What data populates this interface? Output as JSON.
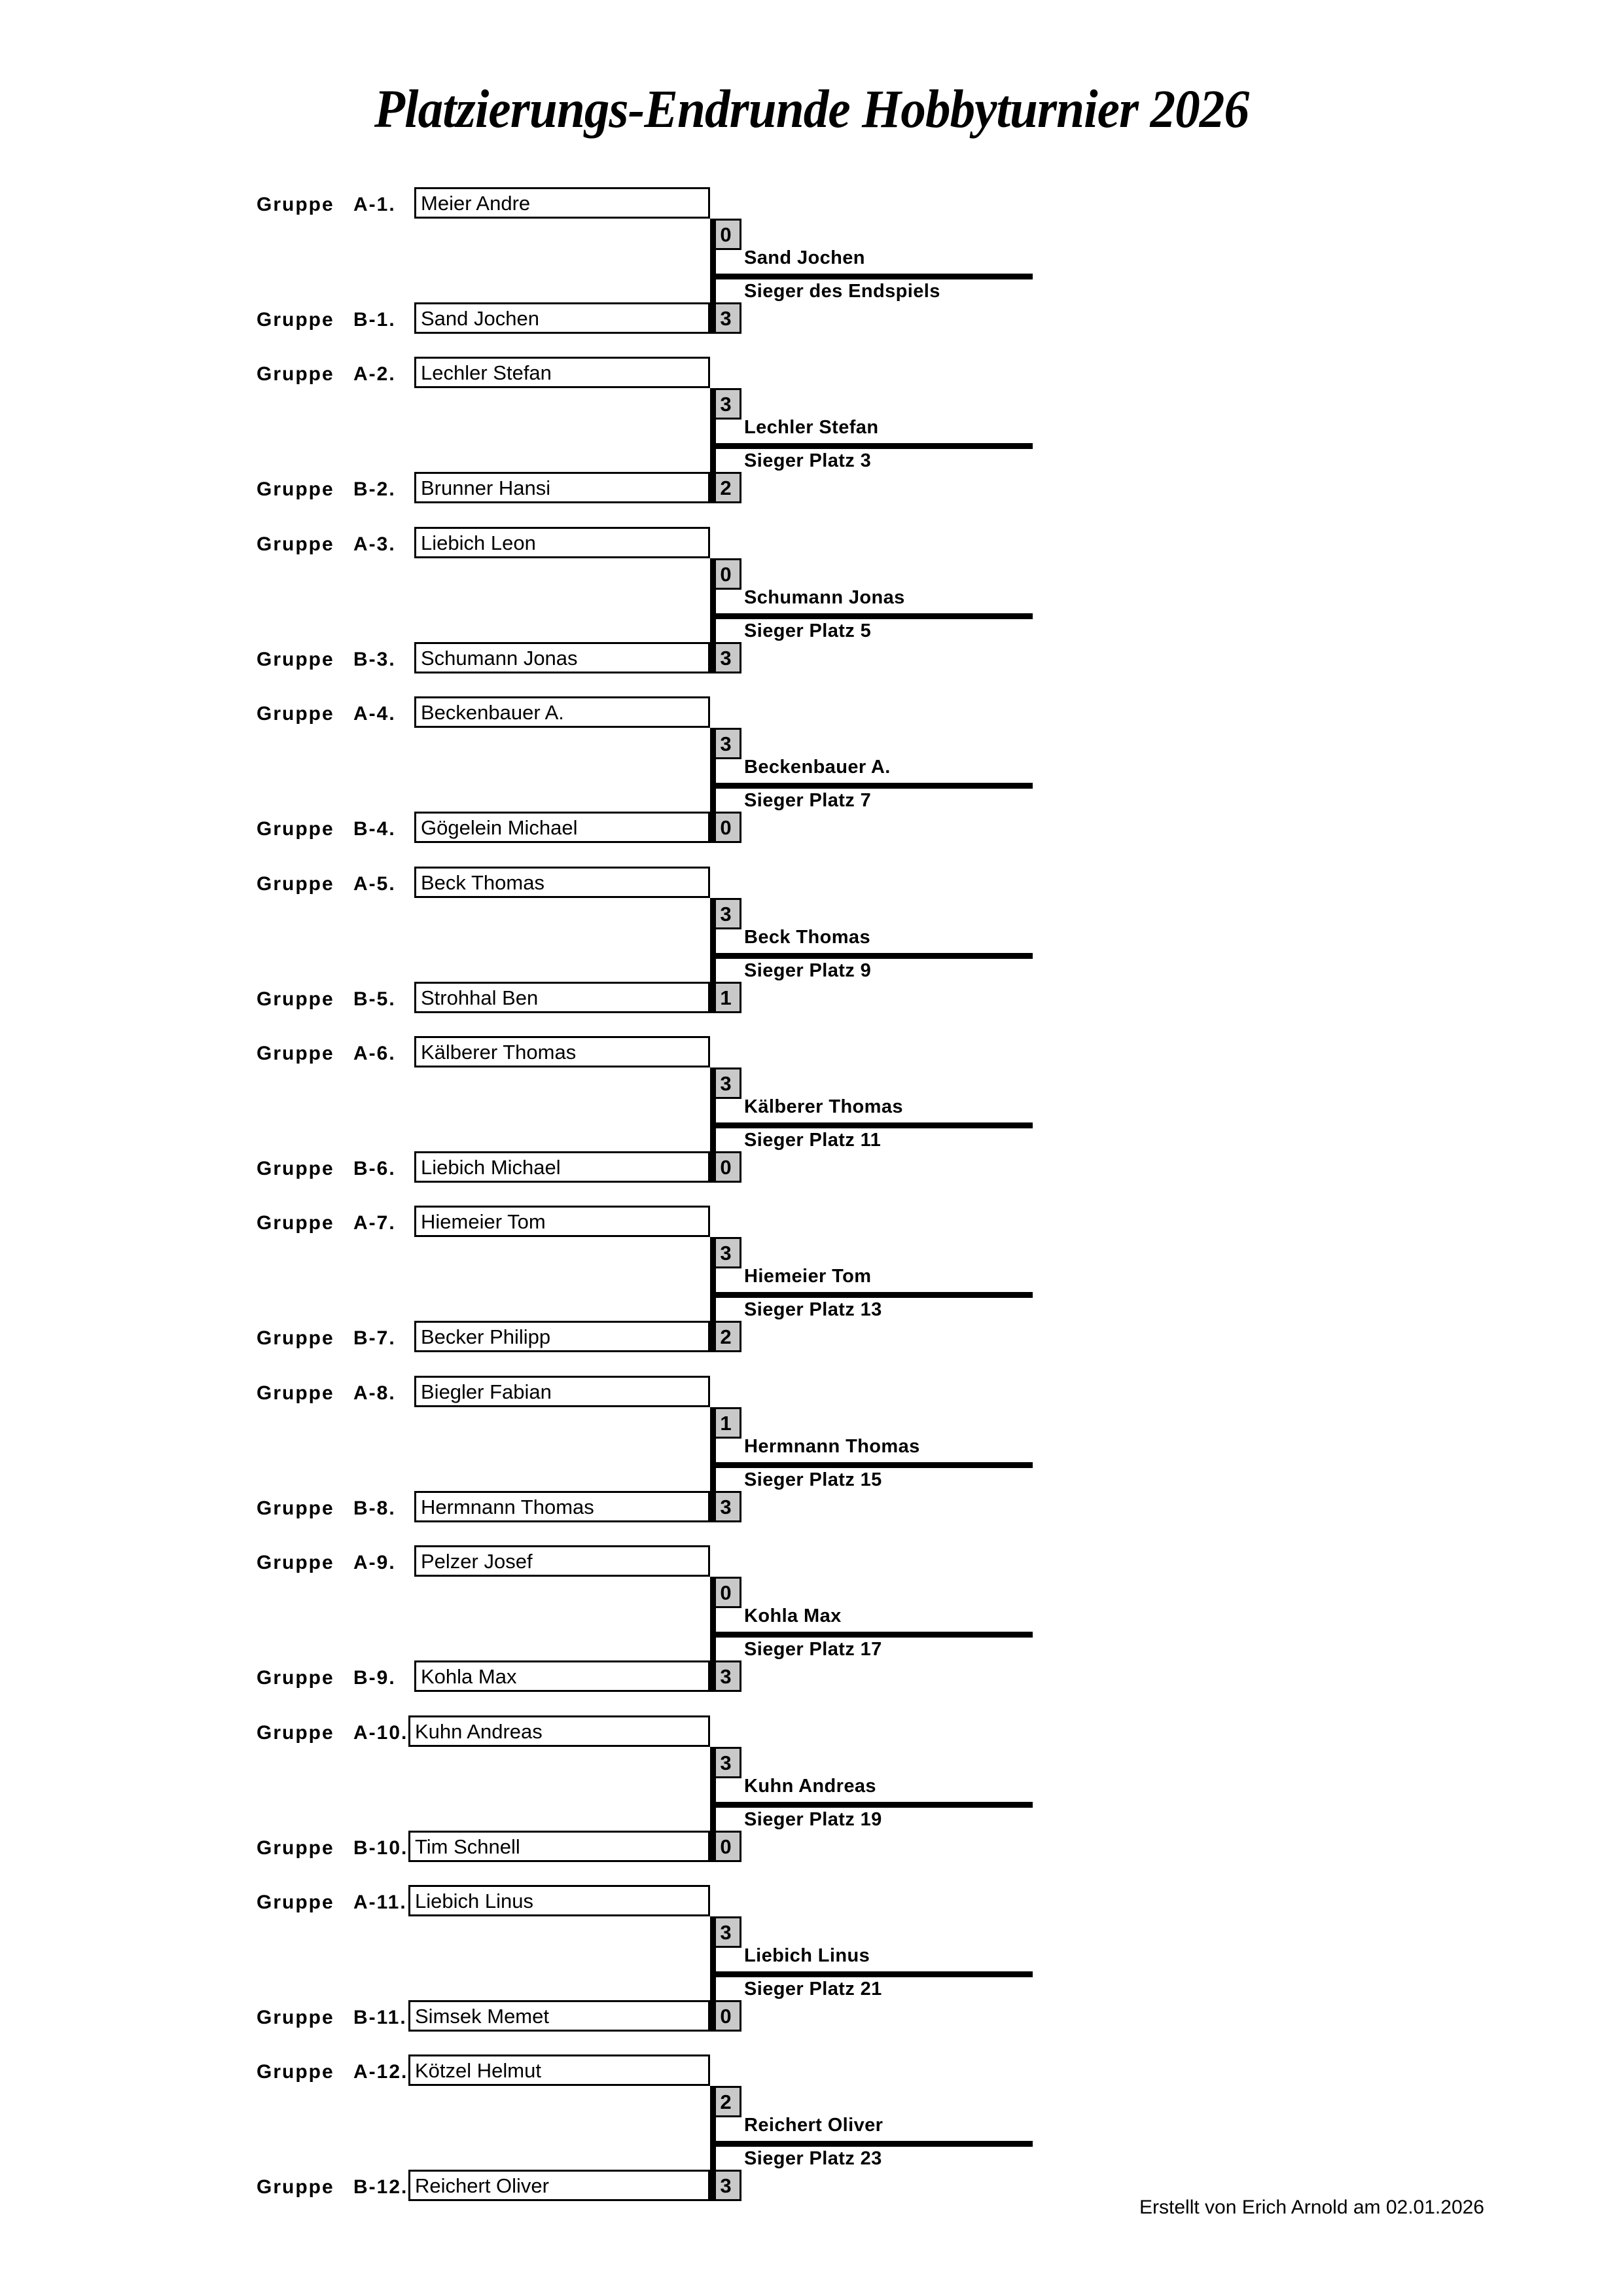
{
  "document": {
    "title": "Platzierungs-Endrunde Hobbyturnier 2026",
    "group_word": "Gruppe",
    "footer": "Erstellt von Erich Arnold am 02.01.2026"
  },
  "colors": {
    "page_background": "#ffffff",
    "ink": "#000000",
    "score_cell_fill": "#c9c9c9",
    "name_box_fill": "#ffffff"
  },
  "chart_data": {
    "type": "bracket",
    "title": "Platzierungs-Endrunde Hobbyturnier 2026",
    "rounds": 1,
    "match_count": 12,
    "matches": [
      {
        "index": 1,
        "top": {
          "group_code": "A-1.",
          "name": "Meier Andre",
          "score": "0"
        },
        "bottom": {
          "group_code": "B-1.",
          "name": "Sand Jochen",
          "score": "3"
        },
        "winner": "Sand Jochen",
        "place_label": "Sieger des Endspiels"
      },
      {
        "index": 2,
        "top": {
          "group_code": "A-2.",
          "name": "Lechler Stefan",
          "score": "3"
        },
        "bottom": {
          "group_code": "B-2.",
          "name": "Brunner Hansi",
          "score": "2"
        },
        "winner": "Lechler Stefan",
        "place_label": "Sieger Platz 3"
      },
      {
        "index": 3,
        "top": {
          "group_code": "A-3.",
          "name": "Liebich Leon",
          "score": "0"
        },
        "bottom": {
          "group_code": "B-3.",
          "name": "Schumann Jonas",
          "score": "3"
        },
        "winner": "Schumann Jonas",
        "place_label": "Sieger Platz 5"
      },
      {
        "index": 4,
        "top": {
          "group_code": "A-4.",
          "name": "Beckenbauer A.",
          "score": "3"
        },
        "bottom": {
          "group_code": "B-4.",
          "name": "Gögelein Michael",
          "score": "0"
        },
        "winner": "Beckenbauer A.",
        "place_label": "Sieger Platz 7"
      },
      {
        "index": 5,
        "top": {
          "group_code": "A-5.",
          "name": "Beck Thomas",
          "score": "3"
        },
        "bottom": {
          "group_code": "B-5.",
          "name": "Strohhal Ben",
          "score": "1"
        },
        "winner": "Beck Thomas",
        "place_label": "Sieger Platz 9"
      },
      {
        "index": 6,
        "top": {
          "group_code": "A-6.",
          "name": "Kälberer Thomas",
          "score": "3"
        },
        "bottom": {
          "group_code": "B-6.",
          "name": "Liebich Michael",
          "score": "0"
        },
        "winner": "Kälberer Thomas",
        "place_label": "Sieger Platz 11"
      },
      {
        "index": 7,
        "top": {
          "group_code": "A-7.",
          "name": "Hiemeier Tom",
          "score": "3"
        },
        "bottom": {
          "group_code": "B-7.",
          "name": "Becker Philipp",
          "score": "2"
        },
        "winner": "Hiemeier Tom",
        "place_label": "Sieger Platz 13"
      },
      {
        "index": 8,
        "top": {
          "group_code": "A-8.",
          "name": "Biegler Fabian",
          "score": "1"
        },
        "bottom": {
          "group_code": "B-8.",
          "name": "Hermnann Thomas",
          "score": "3"
        },
        "winner": "Hermnann Thomas",
        "place_label": "Sieger Platz 15"
      },
      {
        "index": 9,
        "top": {
          "group_code": "A-9.",
          "name": "Pelzer Josef",
          "score": "0"
        },
        "bottom": {
          "group_code": "B-9.",
          "name": "Kohla Max",
          "score": "3"
        },
        "winner": "Kohla Max",
        "place_label": "Sieger Platz 17"
      },
      {
        "index": 10,
        "top": {
          "group_code": "A-10.",
          "name": "Kuhn Andreas",
          "score": "3"
        },
        "bottom": {
          "group_code": "B-10.",
          "name": "Tim Schnell",
          "score": "0"
        },
        "winner": "Kuhn Andreas",
        "place_label": "Sieger Platz 19"
      },
      {
        "index": 11,
        "top": {
          "group_code": "A-11.",
          "name": "Liebich Linus",
          "score": "3"
        },
        "bottom": {
          "group_code": "B-11.",
          "name": "Simsek Memet",
          "score": "0"
        },
        "winner": "Liebich Linus",
        "place_label": "Sieger Platz 21"
      },
      {
        "index": 12,
        "top": {
          "group_code": "A-12.",
          "name": "Kötzel Helmut",
          "score": "2"
        },
        "bottom": {
          "group_code": "B-12.",
          "name": "Reichert Oliver",
          "score": "3"
        },
        "winner": "Reichert Oliver",
        "place_label": "Sieger Platz 23"
      }
    ]
  }
}
